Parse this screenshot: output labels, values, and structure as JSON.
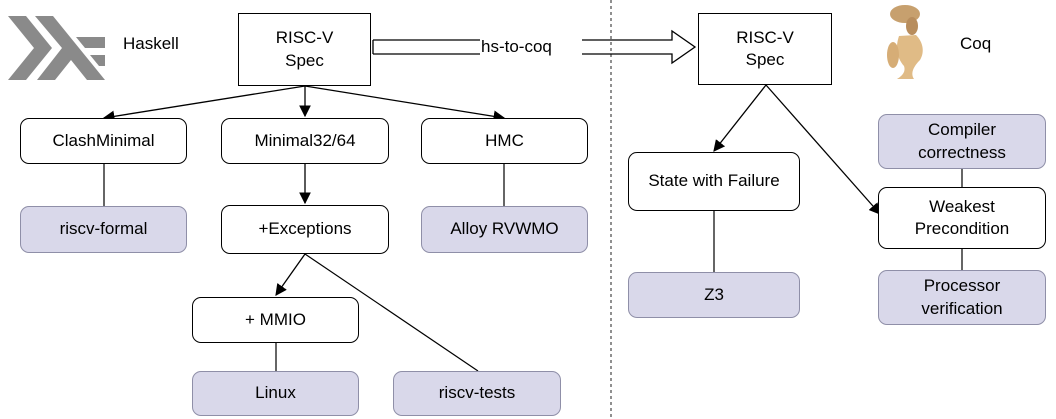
{
  "left_title": "Haskell",
  "right_title": "Coq",
  "left_logo": "haskell-logo",
  "right_logo": "coq-rooster-logo",
  "translation_label": "hs-to-coq",
  "spec_left": "RISC-V\nSpec",
  "spec_right": "RISC-V\nSpec",
  "nodes": {
    "clash_minimal": "ClashMinimal",
    "minimal32_64": "Minimal32/64",
    "hmc": "HMC",
    "riscv_formal": "riscv-formal",
    "exceptions": "+Exceptions",
    "alloy_rvwmo": "Alloy RVWMO",
    "mmio": "+ MMIO",
    "linux": "Linux",
    "riscv_tests": "riscv-tests",
    "state_with_failure": "State with Failure",
    "z3": "Z3",
    "compiler_correctness": "Compiler\ncorrectness",
    "weakest_precondition": "Weakest\nPrecondition",
    "processor_verification": "Processor\nverification"
  },
  "colors": {
    "tool_fill": "#d9d8ea",
    "tool_border": "#8f8fa8",
    "haskell_logo": "#8a8a8a",
    "coq_logo": "#d9b27a"
  }
}
